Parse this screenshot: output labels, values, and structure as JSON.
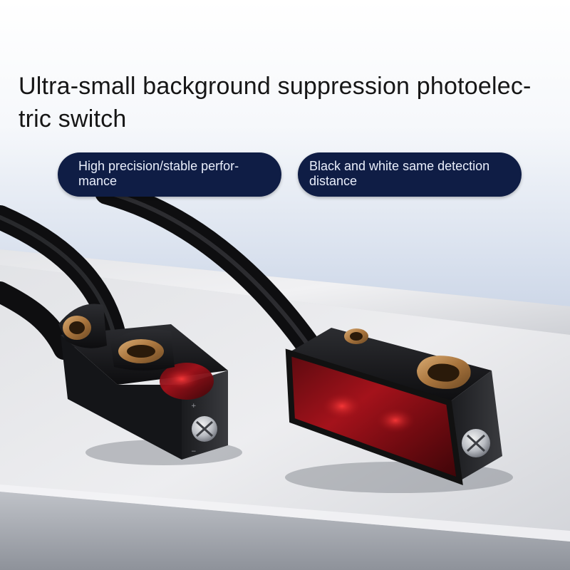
{
  "headline": {
    "line1": "Ultra-small background suppression photoelec-",
    "line2": "tric switch"
  },
  "features": [
    {
      "line1": "High precision/stable perfor-",
      "line2": "mance"
    },
    {
      "line1": "Black and white same detection",
      "line2": "distance"
    }
  ],
  "colors": {
    "pill_background": "#0f1d45",
    "pill_text": "#e9eefb",
    "headline_text": "#161616",
    "lens_red": "#8c0d14"
  }
}
